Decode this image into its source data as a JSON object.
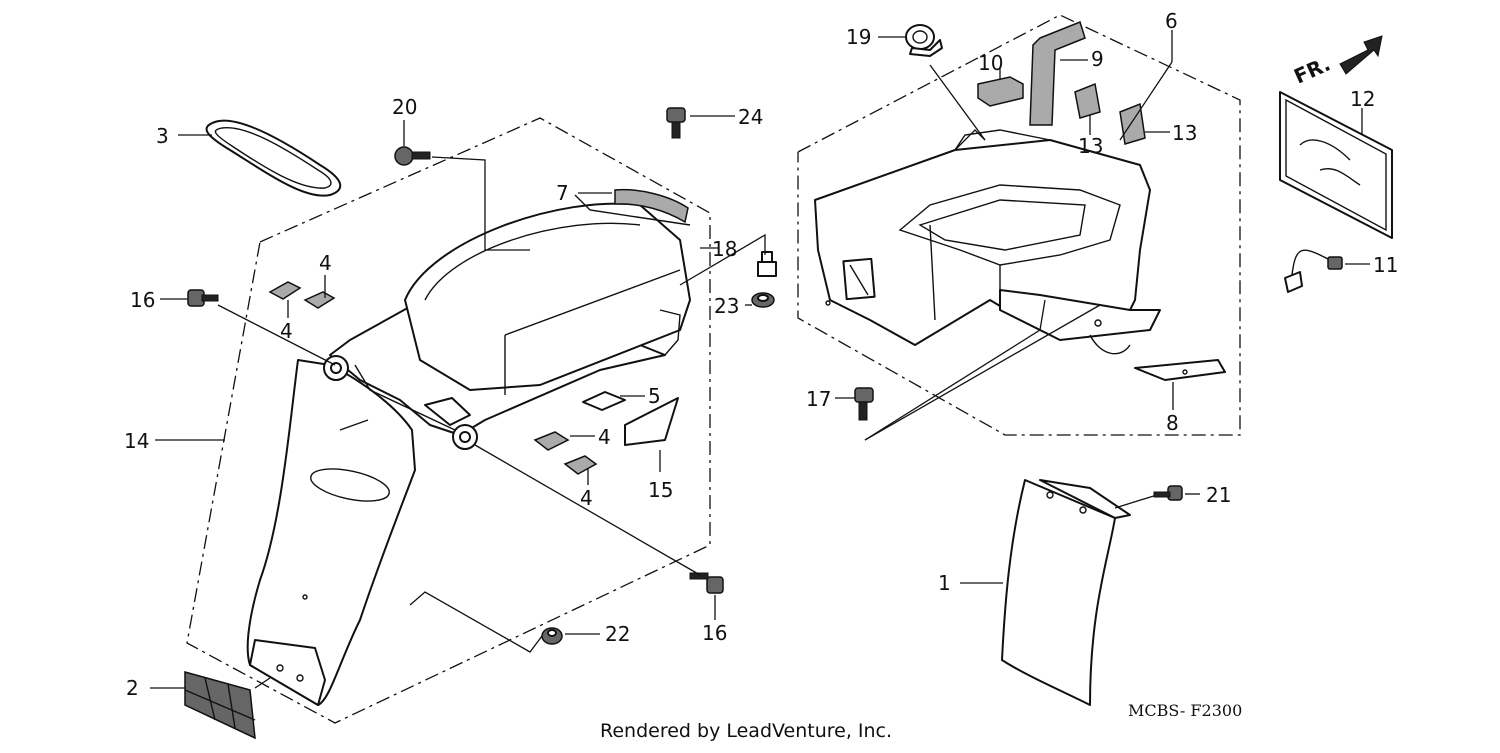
{
  "diagram": {
    "callouts": [
      {
        "id": "c1",
        "text": "1"
      },
      {
        "id": "c2",
        "text": "2"
      },
      {
        "id": "c3",
        "text": "3"
      },
      {
        "id": "c4a",
        "text": "4"
      },
      {
        "id": "c4b",
        "text": "4"
      },
      {
        "id": "c4c",
        "text": "4"
      },
      {
        "id": "c4d",
        "text": "4"
      },
      {
        "id": "c5",
        "text": "5"
      },
      {
        "id": "c6",
        "text": "6"
      },
      {
        "id": "c7",
        "text": "7"
      },
      {
        "id": "c8",
        "text": "8"
      },
      {
        "id": "c9",
        "text": "9"
      },
      {
        "id": "c10",
        "text": "10"
      },
      {
        "id": "c11",
        "text": "11"
      },
      {
        "id": "c12",
        "text": "12"
      },
      {
        "id": "c13a",
        "text": "13"
      },
      {
        "id": "c13b",
        "text": "13"
      },
      {
        "id": "c14",
        "text": "14"
      },
      {
        "id": "c15",
        "text": "15"
      },
      {
        "id": "c16a",
        "text": "16"
      },
      {
        "id": "c16b",
        "text": "16"
      },
      {
        "id": "c17",
        "text": "17"
      },
      {
        "id": "c18",
        "text": "18"
      },
      {
        "id": "c19",
        "text": "19"
      },
      {
        "id": "c20",
        "text": "20"
      },
      {
        "id": "c21",
        "text": "21"
      },
      {
        "id": "c22",
        "text": "22"
      },
      {
        "id": "c23",
        "text": "23"
      },
      {
        "id": "c24",
        "text": "24"
      }
    ],
    "front_arrow_label": "FR.",
    "diagram_code": "MCBS- F2300",
    "footer": "Rendered by LeadVenture, Inc."
  }
}
